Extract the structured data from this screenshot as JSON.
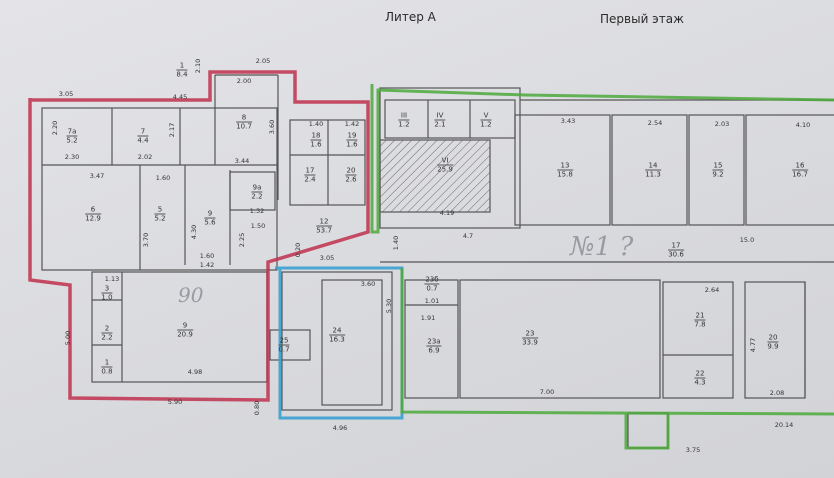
{
  "header": {
    "liter": "Литер А",
    "floor": "Первый этаж"
  },
  "colors": {
    "red_outline": "#c0304e",
    "green_outline": "#4caa3c",
    "blue_outline": "#3aa0d0",
    "wall": "#555555"
  },
  "rooms": [
    {
      "num": "1",
      "area": "8.4"
    },
    {
      "num": "7а",
      "area": "5.2"
    },
    {
      "num": "7",
      "area": "4.4"
    },
    {
      "num": "8",
      "area": "10.7"
    },
    {
      "num": "18",
      "area": "1.6"
    },
    {
      "num": "19",
      "area": "1.6"
    },
    {
      "num": "17",
      "area": "2.4"
    },
    {
      "num": "20",
      "area": "2.6"
    },
    {
      "num": "6",
      "area": "12.9"
    },
    {
      "num": "5",
      "area": "5.2"
    },
    {
      "num": "9",
      "area": "5.6"
    },
    {
      "num": "9а",
      "area": "2.2"
    },
    {
      "num": "12",
      "area": "53.7"
    },
    {
      "num": "3",
      "area": "1.0"
    },
    {
      "num": "2",
      "area": "2.2"
    },
    {
      "num": "1",
      "area": "0.8"
    },
    {
      "num": "9",
      "area": "20.9"
    },
    {
      "num": "25",
      "area": "0.7"
    },
    {
      "num": "24",
      "area": "16.3"
    },
    {
      "num": "III",
      "area": "1.2"
    },
    {
      "num": "IV",
      "area": "2.1"
    },
    {
      "num": "V",
      "area": "1.2"
    },
    {
      "num": "VI",
      "area": "25.9"
    },
    {
      "num": "13",
      "area": "15.8"
    },
    {
      "num": "14",
      "area": "11.3"
    },
    {
      "num": "15",
      "area": "9.2"
    },
    {
      "num": "16",
      "area": "16.7"
    },
    {
      "num": "17",
      "area": "30.6"
    },
    {
      "num": "23б",
      "area": "0.7"
    },
    {
      "num": "23а",
      "area": "6.9"
    },
    {
      "num": "23",
      "area": "33.9"
    },
    {
      "num": "21",
      "area": "7.8"
    },
    {
      "num": "22",
      "area": "4.3"
    },
    {
      "num": "20",
      "area": "9.9"
    }
  ],
  "dims": [
    "2.05",
    "2.10",
    "3.05",
    "4.45",
    "2.00",
    "3.60",
    "2.20",
    "2.30",
    "2.02",
    "2.17",
    "3.44",
    "1.40",
    "1.42",
    "3.47",
    "1.60",
    "1.32",
    "1.50",
    "3.70",
    "4.30",
    "1.60",
    "1.42",
    "3.05",
    "0.20",
    "2.25",
    "3.43",
    "2.54",
    "2.03",
    "4.10",
    "4.7",
    "15.0",
    "4.19",
    "3.60",
    "5.30",
    "4.96",
    "5.90",
    "4.98",
    "0.80",
    "1.91",
    "7.00",
    "2.64",
    "2.08",
    "20.14",
    "3.75",
    "1.01",
    "5.00",
    "1.13",
    "4.77",
    "1.40"
  ],
  "handwritten": {
    "note1": "90",
    "note2": "№1 ?"
  }
}
